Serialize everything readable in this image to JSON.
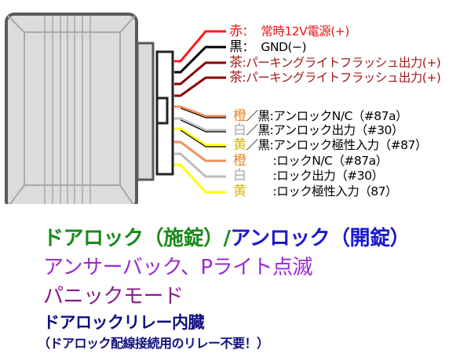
{
  "wires": [
    {
      "color_name": "赤",
      "separator": "：",
      "wire_color2": "",
      "description": "常時12V電源(+)",
      "desc_color": "#e8141a",
      "label_color": "#e8141a",
      "stroke": "#ff1a1a"
    },
    {
      "color_name": "黒",
      "separator": "：",
      "wire_color2": "",
      "description": "GND(−)",
      "desc_color": "#000000",
      "label_color": "#000000",
      "stroke": "#000000"
    },
    {
      "color_name": "茶",
      "separator": ":",
      "wire_color2": "",
      "description": "パーキングライトフラッシュ出力(+)",
      "desc_color": "#a01a1a",
      "label_color": "#a01a1a",
      "stroke": "#8b0000"
    },
    {
      "color_name": "茶",
      "separator": ":",
      "wire_color2": "",
      "description": "パーキングライトフラッシュ出力(+)",
      "desc_color": "#a01a1a",
      "label_color": "#a01a1a",
      "stroke": "#8b0000"
    },
    {
      "color_name": "橙",
      "separator": ":",
      "wire_color2": "／黒",
      "description": "アンロックN/C（#87a）",
      "desc_color": "#000000",
      "label_color": "#e8842a",
      "stroke": "#f0905a"
    },
    {
      "color_name": "白",
      "separator": ":",
      "wire_color2": "／黒",
      "description": "アンロック出力（#30）",
      "desc_color": "#000000",
      "label_color": "#b0b0b0",
      "stroke": "#bdbdbd"
    },
    {
      "color_name": "黄",
      "separator": ":",
      "wire_color2": "／黒",
      "description": "アンロック極性入力（#87）",
      "desc_color": "#000000",
      "label_color": "#e0c000",
      "stroke": "#ffff00"
    },
    {
      "color_name": "橙",
      "separator": ":",
      "wire_color2": "",
      "description": "ロックN/C（#87a）",
      "desc_color": "#000000",
      "label_color": "#e8842a",
      "stroke": "#f0905a"
    },
    {
      "color_name": "白",
      "separator": ":",
      "wire_color2": "",
      "description": "ロック出力（#30）",
      "desc_color": "#000000",
      "label_color": "#b0b0b0",
      "stroke": "#bdbdbd"
    },
    {
      "color_name": "黄",
      "separator": ":",
      "wire_color2": "",
      "description": "ロック極性入力（87）",
      "desc_color": "#000000",
      "label_color": "#e0c000",
      "stroke": "#ffff00"
    }
  ],
  "features": {
    "line1_lock": "ドアロック（施錠）",
    "line1_slash": "/",
    "line1_unlock": "アンロック（開錠）",
    "line2": "アンサーバック、Pライト点滅",
    "line3": "パニックモード",
    "line4": "ドアロックリレー内臓",
    "line5": "（ドアロック配線接続用のリレー不要！）"
  },
  "colors": {
    "lock_green": "#1a8a1a",
    "unlock_blue": "#1a1acc",
    "answerback_purple": "#9a2ad0",
    "panic_magenta": "#8a1a8a",
    "relay_navy": "#101080"
  }
}
